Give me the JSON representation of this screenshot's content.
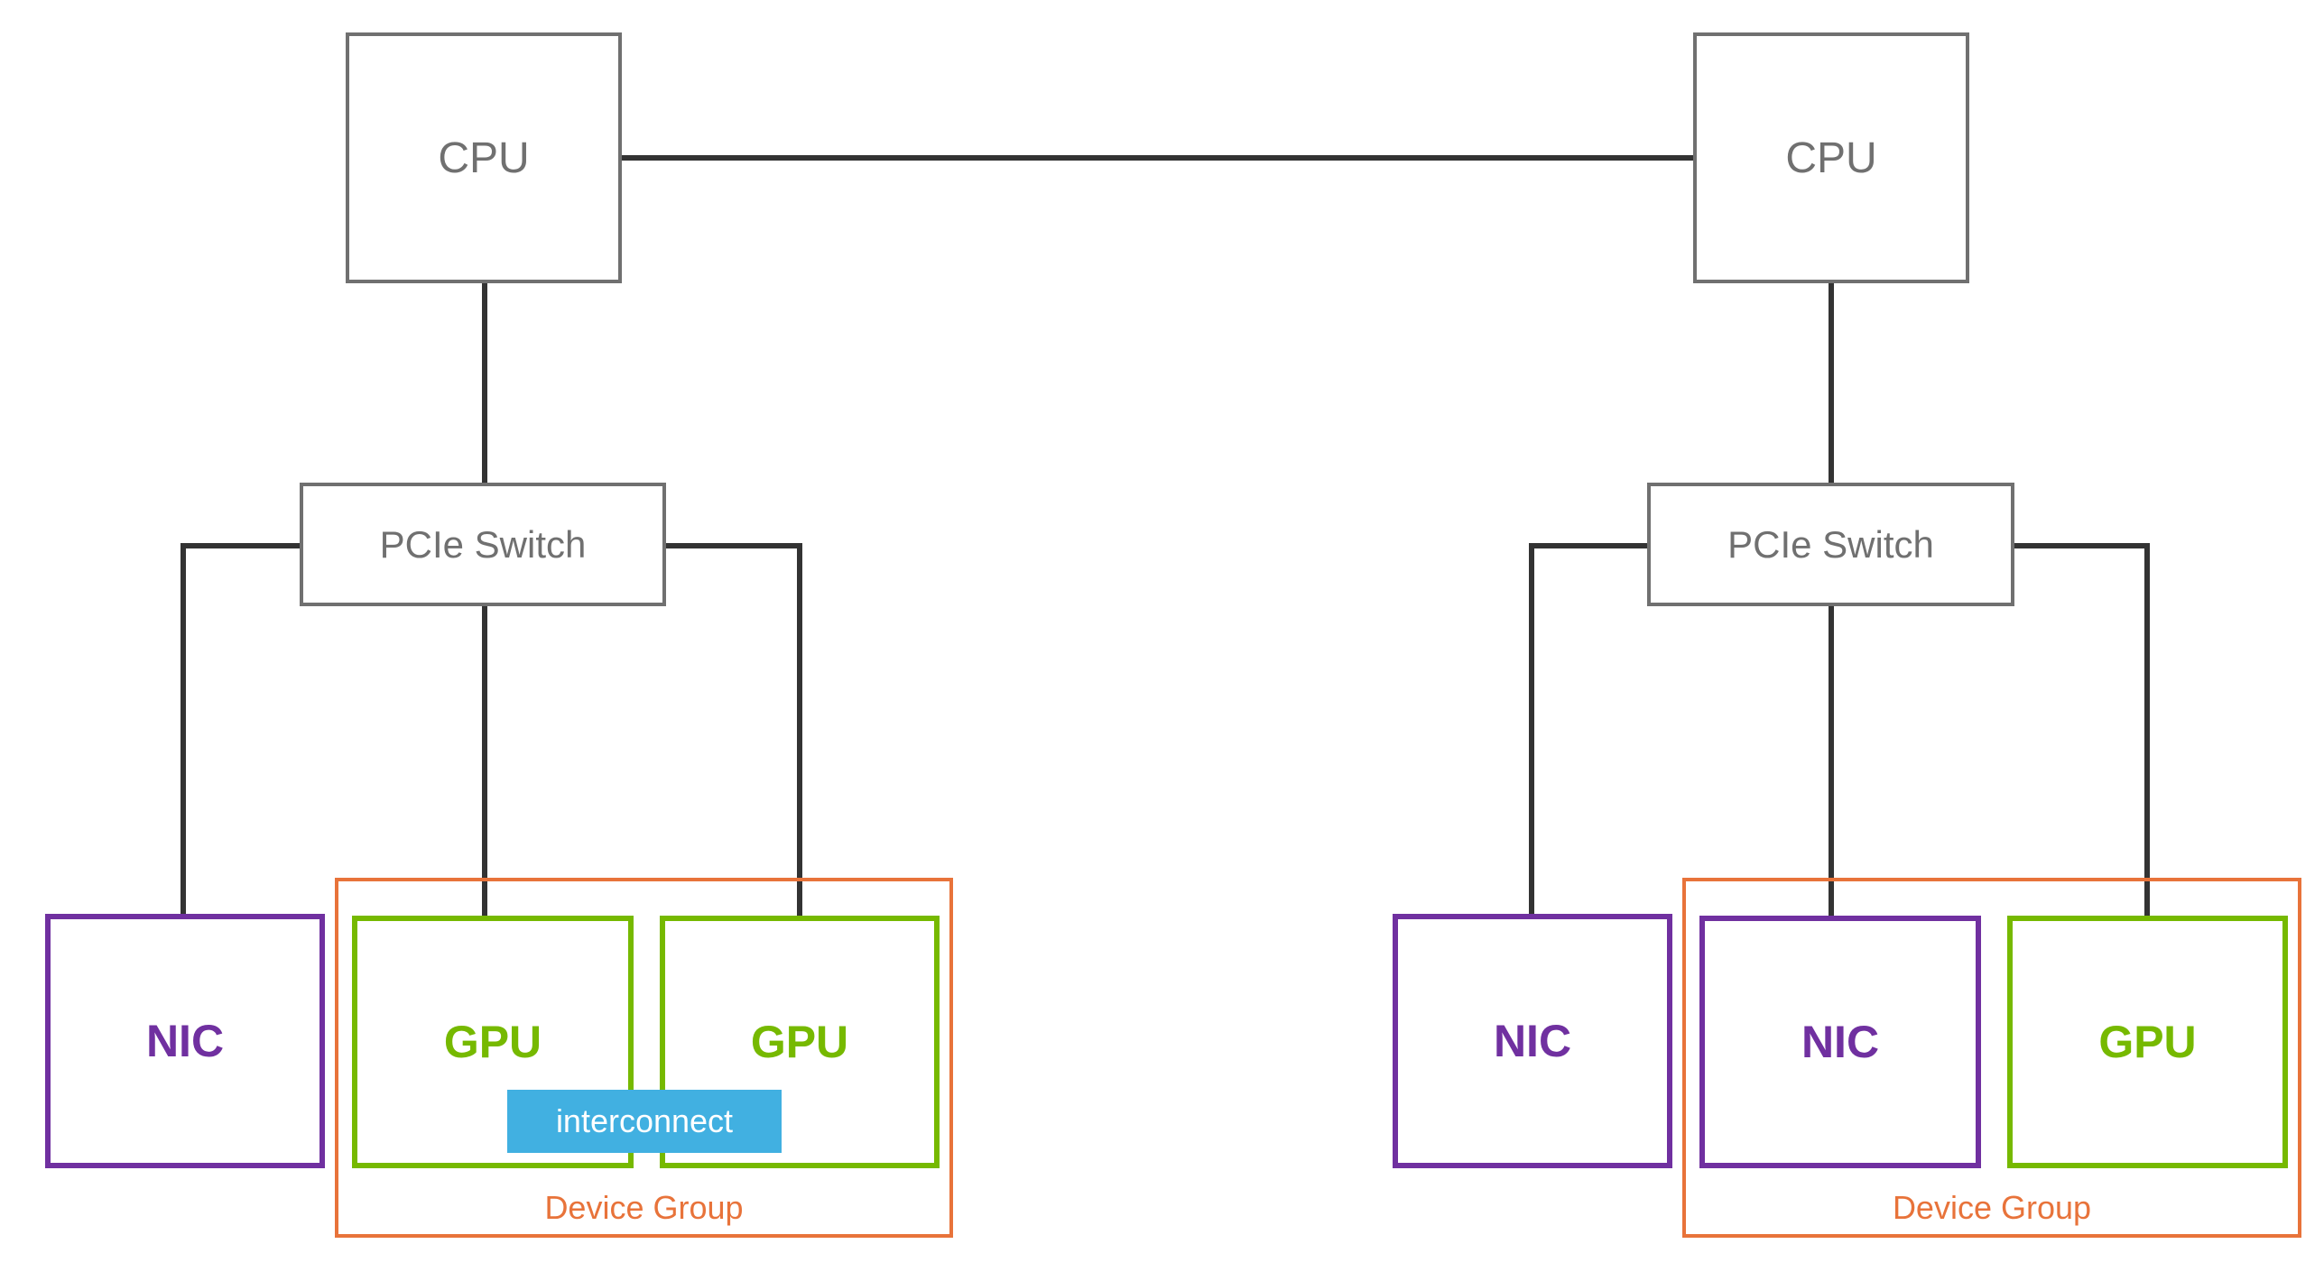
{
  "colors": {
    "cpu_border": "#707070",
    "switch_border": "#707070",
    "nic": "#7030a0",
    "gpu": "#76b900",
    "device_group": "#e8733a",
    "interconnect": "#41b0e1",
    "link": "#333333"
  },
  "nodes": [
    {
      "cpu": {
        "label": "CPU"
      },
      "pcie_switch": {
        "label": "PCIe Switch"
      },
      "devices": [
        {
          "type": "nic",
          "label": "NIC"
        },
        {
          "type": "gpu",
          "label": "GPU"
        },
        {
          "type": "gpu",
          "label": "GPU"
        }
      ],
      "device_group": {
        "label": "Device Group"
      },
      "interconnect": {
        "label": "interconnect"
      }
    },
    {
      "cpu": {
        "label": "CPU"
      },
      "pcie_switch": {
        "label": "PCIe Switch"
      },
      "devices": [
        {
          "type": "nic",
          "label": "NIC"
        },
        {
          "type": "nic",
          "label": "NIC"
        },
        {
          "type": "gpu",
          "label": "GPU"
        }
      ],
      "device_group": {
        "label": "Device Group"
      }
    }
  ]
}
